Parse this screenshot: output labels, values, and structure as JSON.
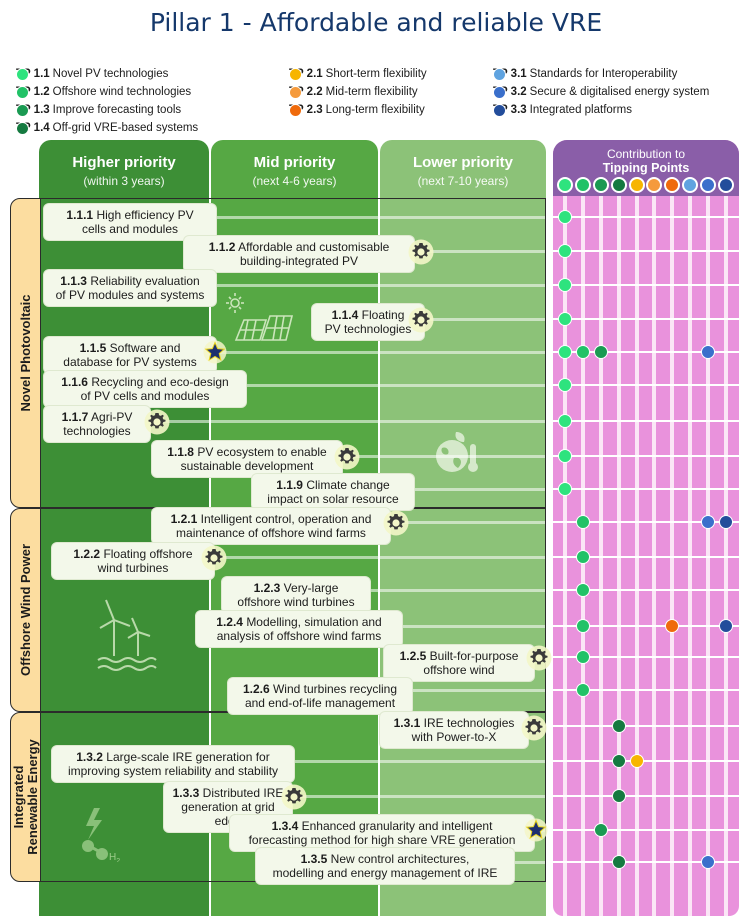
{
  "title": "Pillar 1 - Affordable and reliable VRE",
  "legend": [
    {
      "code": "TP 1.1",
      "label": "Novel PV technologies",
      "color": "#2ee37e"
    },
    {
      "code": "TP 1.2",
      "label": "Offshore wind technologies",
      "color": "#21c267"
    },
    {
      "code": "TP 1.3",
      "label": "Improve forecasting tools",
      "color": "#1a9a52"
    },
    {
      "code": "TP 1.4",
      "label": "Off-grid VRE-based  systems",
      "color": "#157a40"
    },
    {
      "code": "TP 2.1",
      "label": "Short-term flexibility",
      "color": "#f7b500"
    },
    {
      "code": "TP 2.2",
      "label": "Mid-term flexibility",
      "color": "#f59a3c"
    },
    {
      "code": "TP 2.3",
      "label": "Long-term flexibility",
      "color": "#ef6a0c"
    },
    {
      "code": "TP 3.1",
      "label": "Standards for Interoperability",
      "color": "#5fa3e0"
    },
    {
      "code": "TP 3.2",
      "label": "Secure & digitalised energy system",
      "color": "#3a6fcb"
    },
    {
      "code": "TP 3.3",
      "label": "Integrated platforms",
      "color": "#234d9b"
    }
  ],
  "columns": [
    {
      "title": "Higher priority",
      "sub": "(within 3 years)",
      "color": "#3d8f36"
    },
    {
      "title": "Mid priority",
      "sub": "(next 4-6 years)",
      "color": "#56a844"
    },
    {
      "title": "Lower priority",
      "sub": "(next 7-10 years)",
      "color": "#8cc278"
    }
  ],
  "contribution": {
    "line1": "Contribution to",
    "line2": "Tipping Points"
  },
  "pillars": [
    {
      "label": "Novel Photovoltaic"
    },
    {
      "label": "Offshore Wind Power"
    },
    {
      "label": "Integrated\nRenewable Energy"
    }
  ],
  "items": [
    {
      "code": "1.1.1",
      "text": [
        "High efficiency PV",
        "cells and modules"
      ],
      "tps": [
        0
      ],
      "badge": ""
    },
    {
      "code": "1.1.2",
      "text": [
        "Affordable and customisable",
        "building-integrated PV"
      ],
      "tps": [
        0
      ],
      "badge": "gear"
    },
    {
      "code": "1.1.3",
      "text": [
        "Reliability evaluation",
        "of PV modules and systems"
      ],
      "tps": [
        0
      ],
      "badge": ""
    },
    {
      "code": "1.1.4",
      "text": [
        "Floating",
        "PV technologies"
      ],
      "tps": [
        0
      ],
      "badge": "gear"
    },
    {
      "code": "1.1.5",
      "text": [
        "Software and",
        "database for PV systems"
      ],
      "tps": [
        0,
        1,
        2,
        8
      ],
      "badge": "star"
    },
    {
      "code": "1.1.6",
      "text": [
        "Recycling and eco-design",
        "of PV cells and modules"
      ],
      "tps": [
        0
      ],
      "badge": ""
    },
    {
      "code": "1.1.7",
      "text": [
        "Agri-PV",
        "technologies"
      ],
      "tps": [
        0
      ],
      "badge": "gear"
    },
    {
      "code": "1.1.8",
      "text": [
        "PV ecosystem to enable",
        "sustainable development"
      ],
      "tps": [
        0
      ],
      "badge": "gear"
    },
    {
      "code": "1.1.9",
      "text": [
        "Climate change",
        "impact on solar resource"
      ],
      "tps": [
        0
      ],
      "badge": ""
    },
    {
      "code": "1.2.1",
      "text": [
        "Intelligent control, operation and",
        "maintenance of offshore wind farms"
      ],
      "tps": [
        1,
        8,
        9
      ],
      "badge": "gear"
    },
    {
      "code": "1.2.2",
      "text": [
        "Floating offshore",
        "wind turbines"
      ],
      "tps": [
        1
      ],
      "badge": "gear"
    },
    {
      "code": "1.2.3",
      "text": [
        "Very-large",
        "offshore wind turbines"
      ],
      "tps": [
        1
      ],
      "badge": ""
    },
    {
      "code": "1.2.4",
      "text": [
        "Modelling, simulation and",
        "analysis of offshore wind farms"
      ],
      "tps": [
        1,
        6,
        9
      ],
      "badge": ""
    },
    {
      "code": "1.2.5",
      "text": [
        "Built-for-purpose",
        "offshore wind"
      ],
      "tps": [
        1
      ],
      "badge": "gear"
    },
    {
      "code": "1.2.6",
      "text": [
        "Wind turbines recycling",
        "and end-of-life management"
      ],
      "tps": [
        1
      ],
      "badge": ""
    },
    {
      "code": "1.3.1",
      "text": [
        "IRE technologies",
        "with Power-to-X"
      ],
      "tps": [
        3
      ],
      "badge": "gear"
    },
    {
      "code": "1.3.2",
      "text": [
        "Large-scale IRE generation for",
        "improving system reliability and stability"
      ],
      "tps": [
        3,
        4
      ],
      "badge": ""
    },
    {
      "code": "1.3.3",
      "text": [
        "Distributed IRE",
        "generation at grid edge"
      ],
      "tps": [
        3
      ],
      "badge": "gear"
    },
    {
      "code": "1.3.4",
      "text": [
        "Enhanced granularity and intelligent",
        "forecasting method for high share VRE generation"
      ],
      "tps": [
        2
      ],
      "badge": "star"
    },
    {
      "code": "1.3.5",
      "text": [
        "New control architectures,",
        "modelling and energy management of IRE"
      ],
      "tps": [
        3,
        8
      ],
      "badge": ""
    }
  ],
  "icons": [
    "solar-panel-icon",
    "globe-thermometer-icon",
    "wind-turbines-icon",
    "hydrogen-icon",
    "gear-icon",
    "star-icon"
  ],
  "h2_label": "H",
  "h2_sub": "2"
}
